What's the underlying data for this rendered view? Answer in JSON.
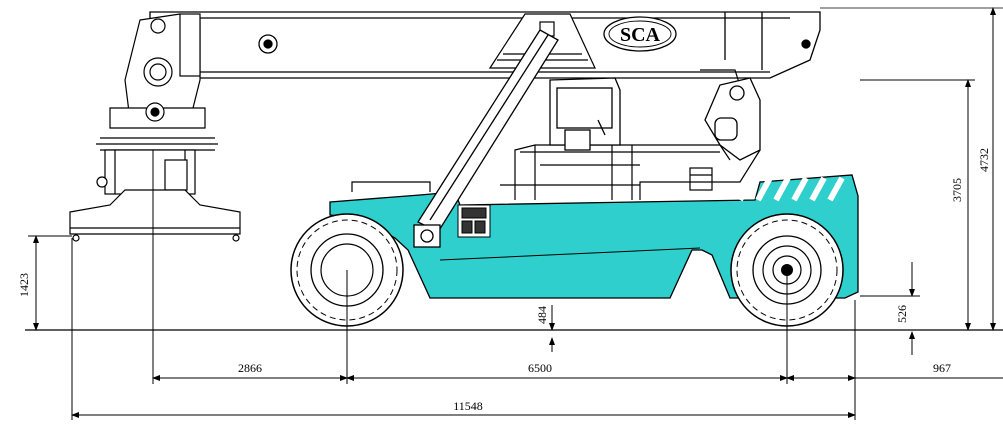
{
  "logo": {
    "text": "SCA"
  },
  "dimensions": {
    "d_1423": "1423",
    "d_2866": "2866",
    "d_6500": "6500",
    "d_967": "967",
    "d_11548": "11548",
    "d_484": "484",
    "d_526": "526",
    "d_3705": "3705",
    "d_4732": "4732"
  },
  "colors": {
    "body": "#2ecfcd",
    "line": "#000000",
    "background": "#ffffff"
  }
}
